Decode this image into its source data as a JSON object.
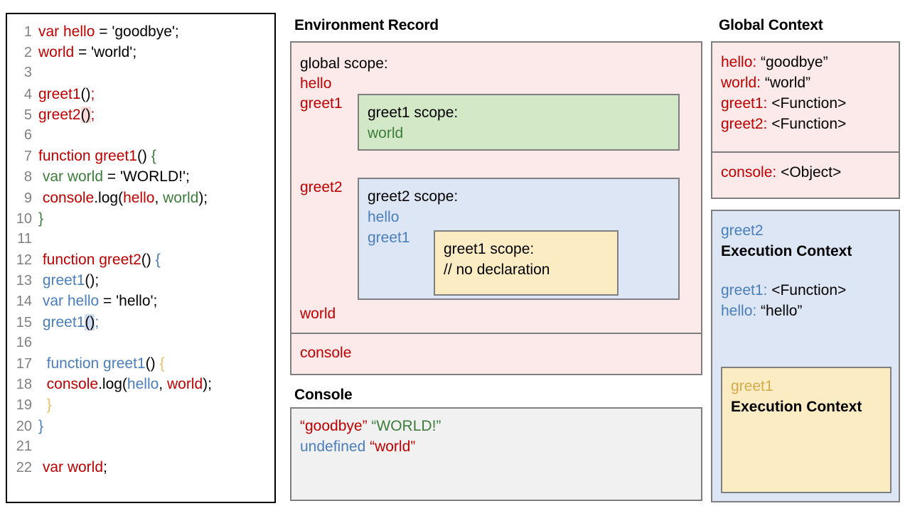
{
  "headings": {
    "environment_record": "Environment Record",
    "console": "Console",
    "global_context": "Global Context"
  },
  "code": {
    "lines": [
      {
        "n": "1",
        "tokens": [
          {
            "t": "var hello",
            "c": "red"
          },
          {
            "t": " = ",
            "c": "black"
          },
          {
            "t": "'goodbye';",
            "c": "black"
          }
        ]
      },
      {
        "n": "2",
        "tokens": [
          {
            "t": "world",
            "c": "red"
          },
          {
            "t": " = 'world';",
            "c": "black"
          }
        ]
      },
      {
        "n": "3",
        "tokens": []
      },
      {
        "n": "4",
        "tokens": [
          {
            "t": "greet1",
            "c": "red"
          },
          {
            "t": "()",
            "c": "black"
          },
          {
            "t": ";",
            "c": "red"
          }
        ]
      },
      {
        "n": "5",
        "tokens": [
          {
            "t": "greet2",
            "c": "red"
          },
          {
            "t": "()",
            "c": "black",
            "hl": "pink"
          },
          {
            "t": ";",
            "c": "red"
          }
        ]
      },
      {
        "n": "6",
        "tokens": []
      },
      {
        "n": "7",
        "tokens": [
          {
            "t": "function greet1",
            "c": "red"
          },
          {
            "t": "() ",
            "c": "black"
          },
          {
            "t": "{",
            "c": "green"
          }
        ]
      },
      {
        "n": "8",
        "tokens": [
          {
            "t": " var world",
            "c": "green"
          },
          {
            "t": " = 'WORLD!';",
            "c": "black"
          }
        ]
      },
      {
        "n": "9",
        "tokens": [
          {
            "t": " console",
            "c": "red"
          },
          {
            "t": ".log(",
            "c": "black"
          },
          {
            "t": "hello",
            "c": "red"
          },
          {
            "t": ", ",
            "c": "black"
          },
          {
            "t": "world",
            "c": "green"
          },
          {
            "t": ");",
            "c": "black"
          }
        ]
      },
      {
        "n": "10",
        "tokens": [
          {
            "t": "}",
            "c": "green"
          }
        ]
      },
      {
        "n": "11",
        "tokens": []
      },
      {
        "n": "12",
        "tokens": [
          {
            "t": " function greet2",
            "c": "red"
          },
          {
            "t": "() ",
            "c": "black"
          },
          {
            "t": "{",
            "c": "blue"
          }
        ]
      },
      {
        "n": "13",
        "tokens": [
          {
            "t": " greet1",
            "c": "blue"
          },
          {
            "t": "();",
            "c": "black"
          }
        ]
      },
      {
        "n": "14",
        "tokens": [
          {
            "t": " var hello",
            "c": "blue"
          },
          {
            "t": " = 'hello';",
            "c": "black"
          }
        ]
      },
      {
        "n": "15",
        "tokens": [
          {
            "t": " greet1",
            "c": "blue"
          },
          {
            "t": "()",
            "c": "black",
            "hl": "blue"
          },
          {
            "t": ";",
            "c": "blue"
          }
        ]
      },
      {
        "n": "16",
        "tokens": []
      },
      {
        "n": "17",
        "tokens": [
          {
            "t": "  function greet1",
            "c": "blue"
          },
          {
            "t": "() ",
            "c": "black"
          },
          {
            "t": "{",
            "c": "gold"
          }
        ]
      },
      {
        "n": "18",
        "tokens": [
          {
            "t": "  console",
            "c": "red"
          },
          {
            "t": ".log(",
            "c": "black"
          },
          {
            "t": "hello",
            "c": "blue"
          },
          {
            "t": ", ",
            "c": "black"
          },
          {
            "t": "world",
            "c": "red"
          },
          {
            "t": ");",
            "c": "black"
          }
        ]
      },
      {
        "n": "19",
        "tokens": [
          {
            "t": "  }",
            "c": "gold"
          }
        ]
      },
      {
        "n": "20",
        "tokens": [
          {
            "t": "}",
            "c": "blue"
          }
        ]
      },
      {
        "n": "21",
        "tokens": []
      },
      {
        "n": "22",
        "tokens": [
          {
            "t": " var world",
            "c": "red"
          },
          {
            "t": ";",
            "c": "black"
          }
        ]
      }
    ]
  },
  "environment_record": {
    "global_scope_title": "global scope:",
    "global_entries": [
      "hello",
      "greet1",
      "greet2",
      "world"
    ],
    "console_entry": "console",
    "greet1_scope": {
      "title": "greet1 scope:",
      "entries": [
        "world"
      ]
    },
    "greet2_scope": {
      "title": "greet2 scope:",
      "entries": [
        "hello",
        "greet1"
      ]
    },
    "greet1_inner_scope": {
      "title": "greet1 scope:",
      "entries": [
        "// no declaration"
      ]
    }
  },
  "console_output": {
    "line1_a": "“goodbye” ",
    "line1_b": "“WORLD!”",
    "line2_a": "undefined ",
    "line2_b": "“world”"
  },
  "global_context": {
    "vars": [
      {
        "key": "hello: ",
        "value": "“goodbye”"
      },
      {
        "key": "world: ",
        "value": "“world”"
      },
      {
        "key": "greet1: ",
        "value": "<Function>"
      },
      {
        "key": "greet2: ",
        "value": "<Function>"
      }
    ],
    "console": {
      "key": "console: ",
      "value": "<Object>"
    }
  },
  "greet2_execution_context": {
    "name": "greet2",
    "title": "Execution Context",
    "vars": [
      {
        "key": "greet1: ",
        "value": "<Function>"
      },
      {
        "key": "hello: ",
        "value": "“hello”"
      }
    ],
    "inner": {
      "name": "greet1",
      "title": "Execution Context"
    }
  },
  "colors": {
    "red": "#c00000",
    "green": "#3c7d3c",
    "blue": "#4a7ebb",
    "gold": "#d5ab4a",
    "pink_bg": "#fce9e9",
    "green_bg": "#d3e8c6",
    "blue_bg": "#dce6f5",
    "yellow_bg": "#fcecc4",
    "gray_bg": "#f1f1f1",
    "border": "#7f7f7f"
  }
}
